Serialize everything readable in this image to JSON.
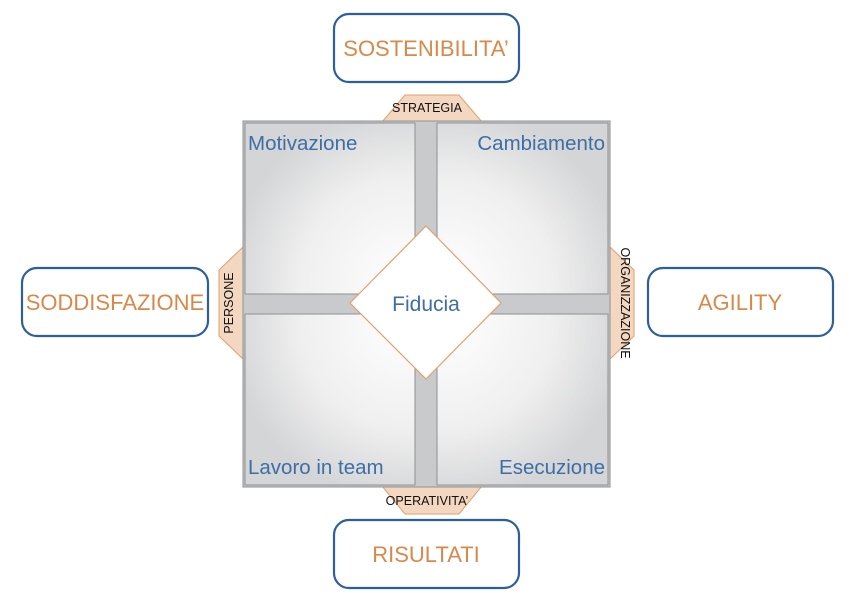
{
  "outcomes": {
    "top": "SOSTENIBILITA’",
    "left": "SODDISFAZIONE",
    "right": "AGILITY",
    "bottom": "RISULTATI"
  },
  "axes": {
    "top": "STRATEGIA",
    "left": "PERSONE",
    "right": "ORGANIZZAZIONE",
    "bottom": "OPERATIVITA’"
  },
  "quadrants": {
    "top_left": "Motivazione",
    "top_right": "Cambiamento",
    "bottom_left": "Lavoro in team",
    "bottom_right": "Esecuzione"
  },
  "center": "Fiducia",
  "colors": {
    "outcome_border": "#2e5f9a",
    "outcome_text": "#d8894a",
    "quadrant_text": "#3d6ea6",
    "connector_fill": "#f3d7c0",
    "connector_stroke": "#e2a06b",
    "diamond_stroke": "#e2a06b",
    "frame_fill": "#c9cacc",
    "frame_stroke": "#8f9092"
  }
}
